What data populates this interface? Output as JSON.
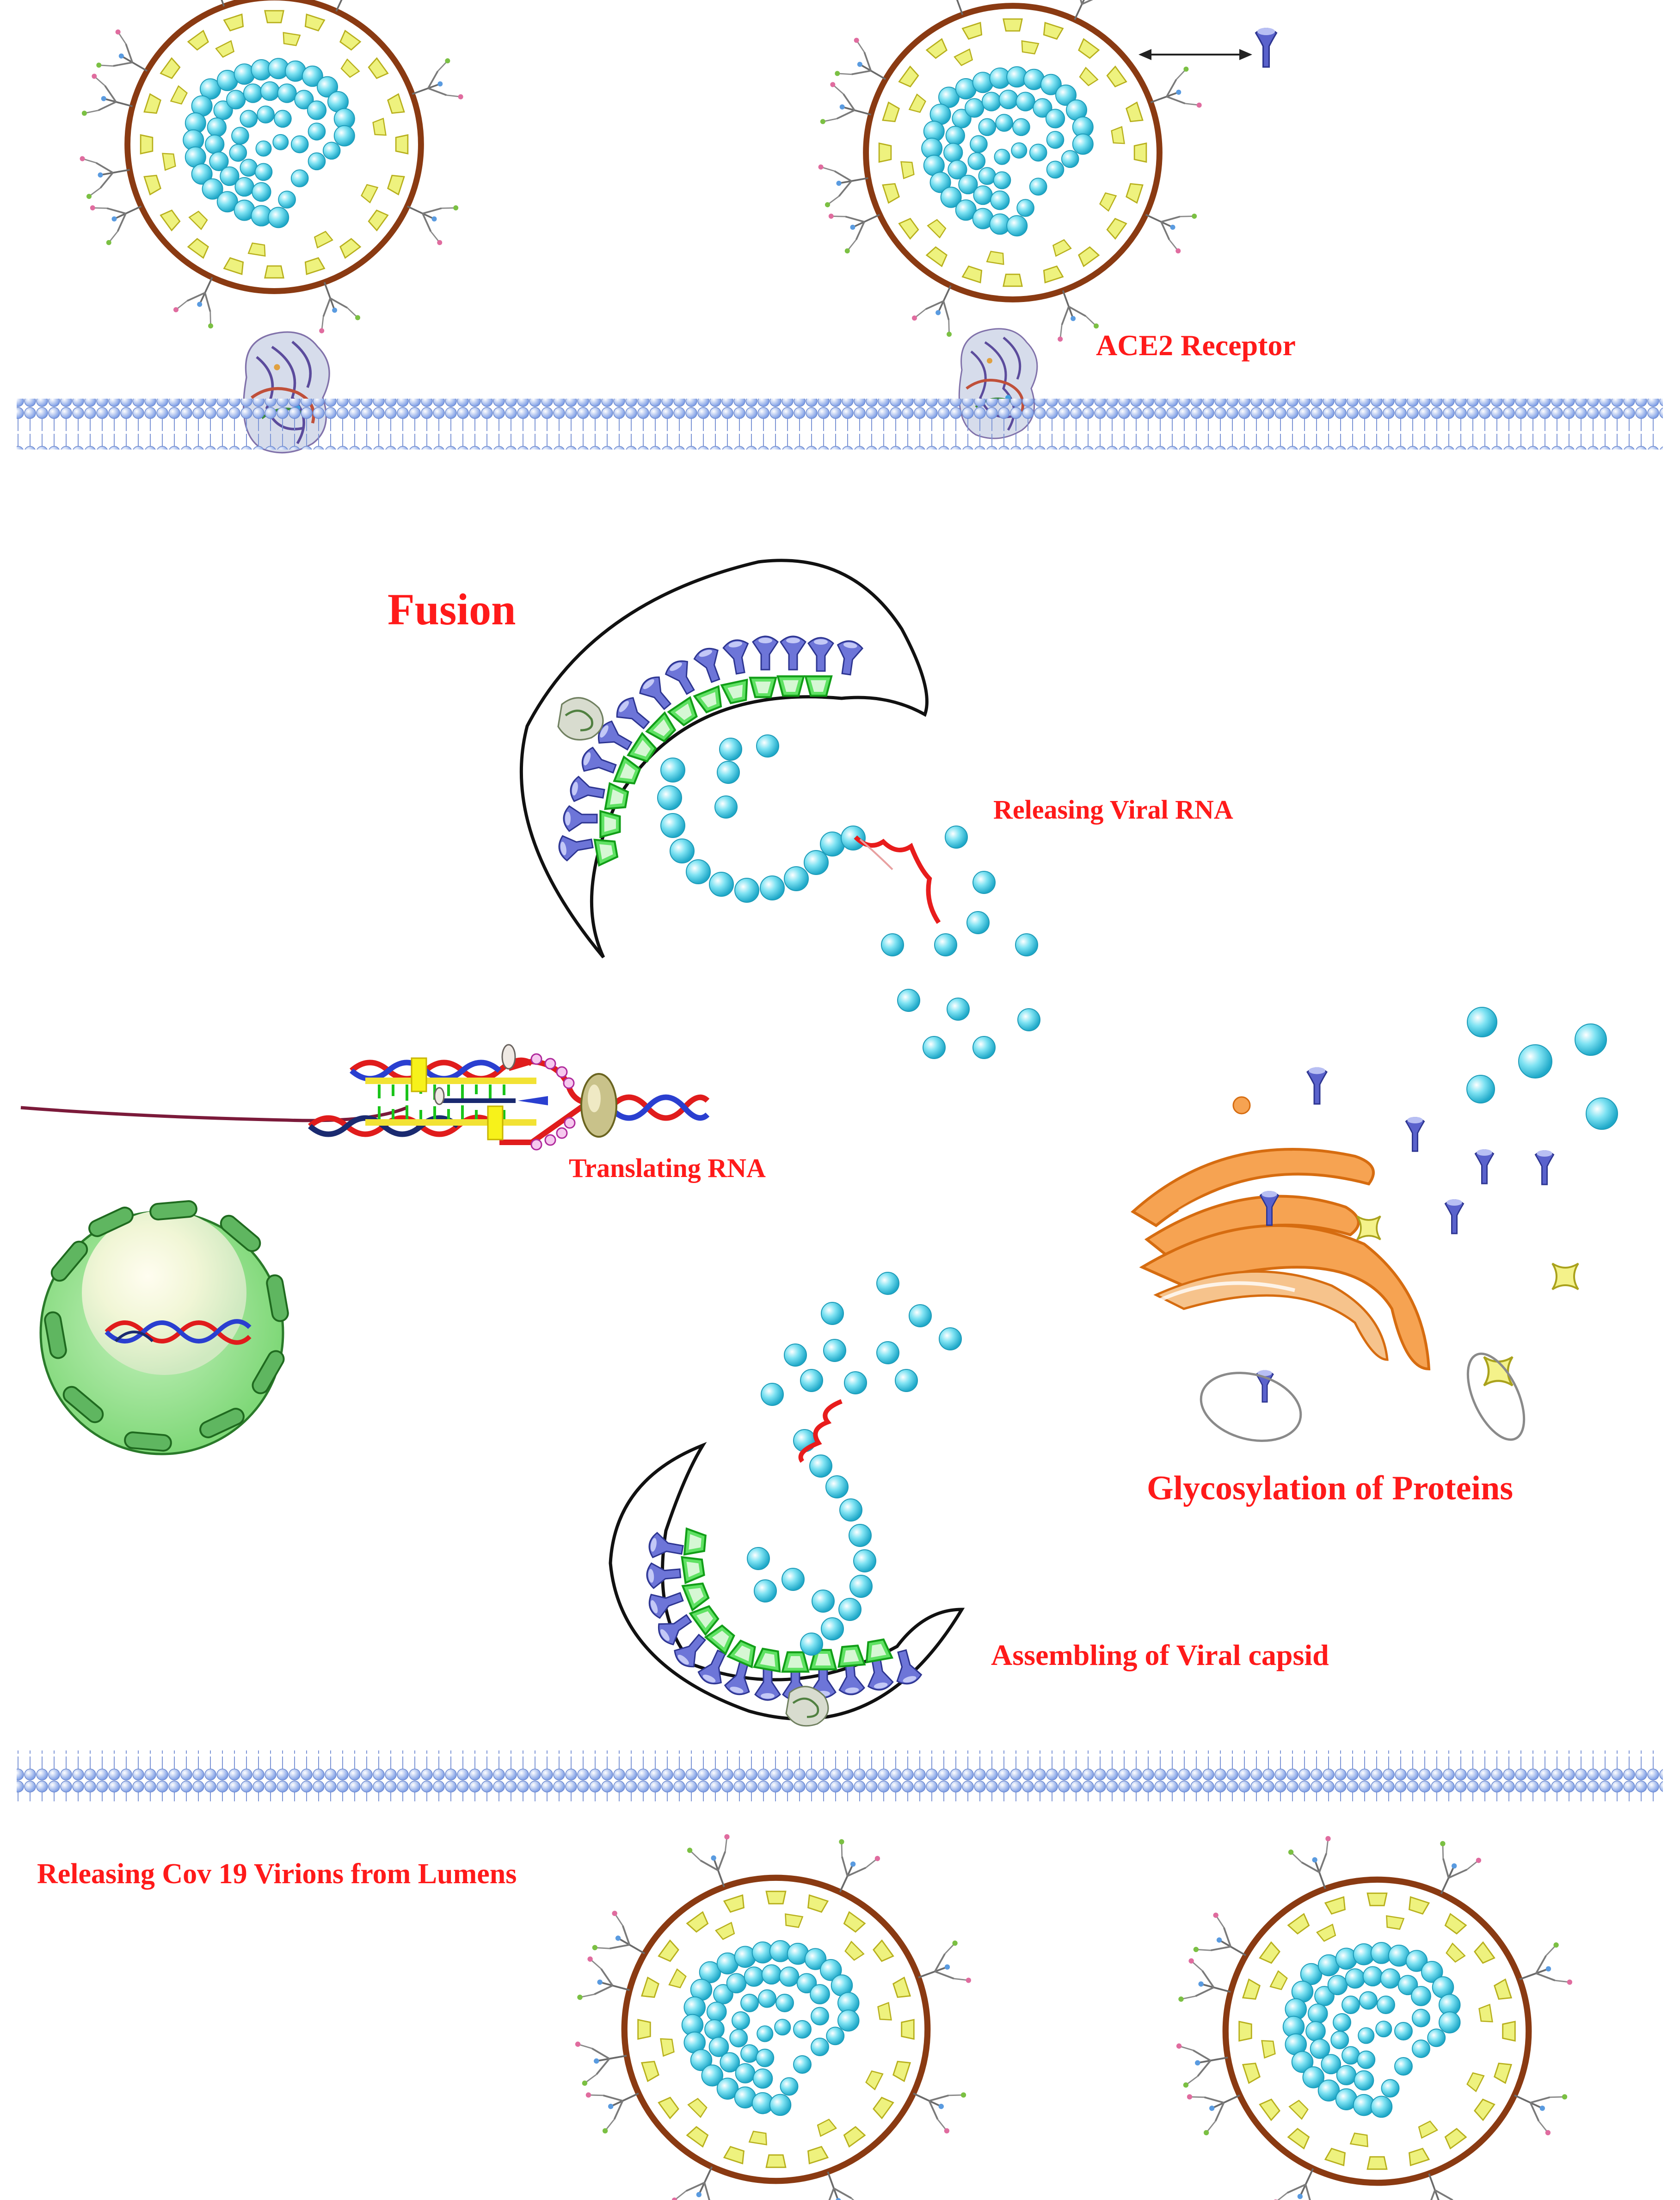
{
  "labels": {
    "ace2": "ACE2 Receptor",
    "fusion": "Fusion",
    "releasing_rna": "Releasing Viral RNA",
    "translating_rna": "Translating RNA",
    "glycosylation": "Glycosylation of Proteins",
    "assembling": "Assembling of Viral capsid",
    "releasing_virions": "Releasing Cov 19 Virions from Lumens"
  },
  "colors": {
    "label_red": "#ff1a1a",
    "membrane_blue": "#9db9ee",
    "rna_bead_cyan": "#5fd3ea",
    "capsid_yellow": "#e8ee7a",
    "envelope_brown": "#8a3a12",
    "matrix_green": "#2fd33a",
    "envelope_blue": "#5b63c9",
    "golgi_orange": "#f39a3c",
    "nucleus_green": "#8fe08a"
  },
  "icons": [
    "spike-protein-icon",
    "ace2-receptor-icon",
    "dna-helix-icon",
    "ribosome-icon",
    "golgi-apparatus-icon",
    "vesicle-icon",
    "nucleus-icon"
  ]
}
